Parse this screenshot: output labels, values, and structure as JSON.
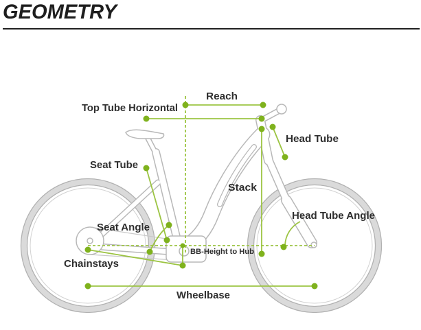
{
  "header": {
    "title": "GEOMETRY"
  },
  "labels": {
    "reach": "Reach",
    "top_tube_horizontal": "Top Tube Horizontal",
    "head_tube": "Head Tube",
    "seat_tube": "Seat Tube",
    "stack": "Stack",
    "head_tube_angle": "Head Tube Angle",
    "seat_angle": "Seat Angle",
    "bb_height_to_hub": "BB-Height to Hub",
    "chainstays": "Chainstays",
    "wheelbase": "Wheelbase"
  },
  "colors": {
    "accent": "#7fb21d",
    "accent_line": "#9cc442",
    "frame": "#b8b8b8",
    "text": "#2e2e2e"
  }
}
